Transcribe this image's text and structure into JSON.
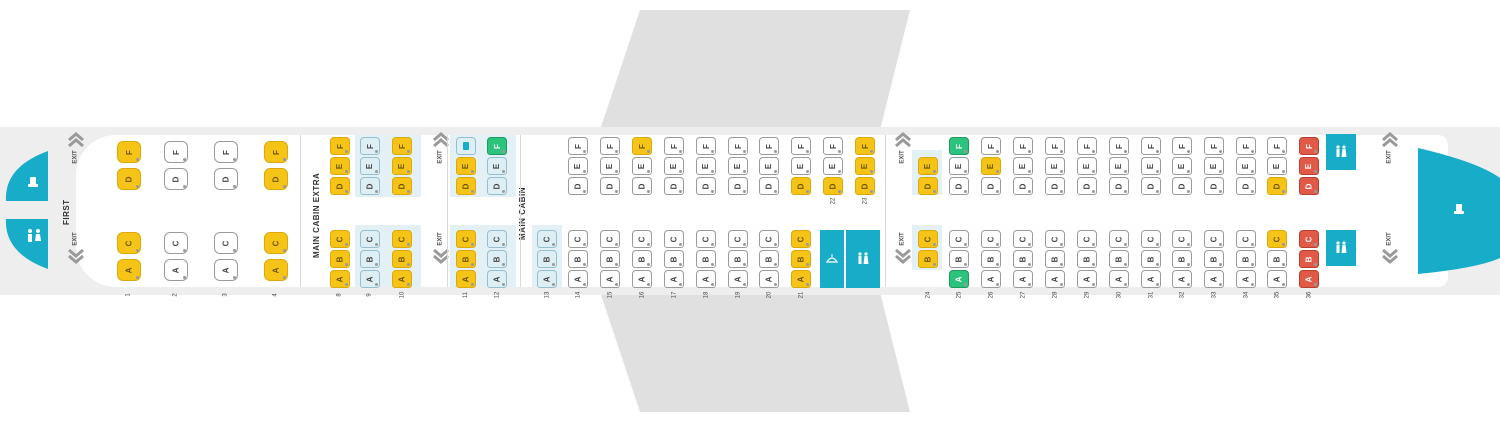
{
  "cabins": {
    "first_label": "FIRST",
    "main_cabin_extra_label": "MAIN CABIN EXTRA",
    "main_cabin_label": "MAIN CABIN"
  },
  "exit_label": "EXIT",
  "colors": {
    "fuselage": "#eeeeee",
    "wing": "#e0e0e0",
    "lavatory": "#17acc8",
    "seat_available": "#ffffff",
    "seat_extra": "#ddeef4",
    "seat_yellow": "#f5c416",
    "seat_green": "#2cc47d",
    "seat_red": "#e05a47"
  },
  "icons": [
    "toilet-icon",
    "restroom-icon",
    "galley-icon",
    "baby-changing-icon"
  ],
  "seat_map": {
    "first": [
      {
        "row": "1",
        "seats": {
          "F": "yellow",
          "D": "yellow",
          "C": "yellow",
          "A": "yellow"
        }
      },
      {
        "row": "2",
        "seats": {
          "F": "gray",
          "D": "gray",
          "C": "gray",
          "A": "gray"
        }
      },
      {
        "row": "3",
        "seats": {
          "F": "gray",
          "D": "gray",
          "C": "gray",
          "A": "gray"
        }
      },
      {
        "row": "4",
        "seats": {
          "F": "yellow",
          "D": "yellow",
          "C": "yellow",
          "A": "yellow"
        }
      }
    ],
    "main_cabin_extra": [
      {
        "row": "8",
        "seats": {
          "F": "yellow",
          "E": "yellow",
          "D": "yellow",
          "C": "yellow",
          "B": "yellow",
          "A": "yellow"
        }
      },
      {
        "row": "9",
        "seats": {
          "F": "extra",
          "E": "extra",
          "D": "extra",
          "C": "extra",
          "B": "extra",
          "A": "extra"
        }
      },
      {
        "row": "10",
        "seats": {
          "F": "yellow",
          "E": "yellow",
          "D": "yellow",
          "C": "yellow",
          "B": "yellow",
          "A": "yellow"
        }
      },
      {
        "row": "11",
        "seats": {
          "F": "icon",
          "E": "yellow",
          "D": "yellow",
          "C": "yellow",
          "B": "yellow",
          "A": "yellow"
        }
      },
      {
        "row": "12",
        "seats": {
          "F": "green",
          "E": "extra",
          "D": "extra",
          "C": "extra",
          "B": "extra",
          "A": "extra"
        }
      }
    ],
    "main": [
      {
        "row": "13",
        "seats": {
          "F": "none",
          "E": "none",
          "D": "none",
          "C": "extra",
          "B": "extra",
          "A": "extra"
        }
      },
      {
        "row": "14",
        "seats": {
          "F": "main",
          "E": "main",
          "D": "main",
          "C": "main",
          "B": "main",
          "A": "main"
        }
      },
      {
        "row": "15",
        "seats": {
          "F": "main",
          "E": "main",
          "D": "main",
          "C": "main",
          "B": "main",
          "A": "main"
        }
      },
      {
        "row": "16",
        "seats": {
          "F": "yellow",
          "E": "main",
          "D": "main",
          "C": "main",
          "B": "main",
          "A": "main"
        }
      },
      {
        "row": "17",
        "seats": {
          "F": "main",
          "E": "main",
          "D": "main",
          "C": "main",
          "B": "main",
          "A": "main"
        }
      },
      {
        "row": "18",
        "seats": {
          "F": "main",
          "E": "main",
          "D": "main",
          "C": "main",
          "B": "main",
          "A": "main"
        }
      },
      {
        "row": "19",
        "seats": {
          "F": "main",
          "E": "main",
          "D": "main",
          "C": "main",
          "B": "main",
          "A": "main"
        }
      },
      {
        "row": "20",
        "seats": {
          "F": "main",
          "E": "main",
          "D": "main",
          "C": "main",
          "B": "main",
          "A": "main"
        }
      },
      {
        "row": "21",
        "seats": {
          "F": "main",
          "E": "main",
          "D": "yellow",
          "C": "yellow",
          "B": "yellow",
          "A": "yellow"
        }
      },
      {
        "row": "22",
        "seats": {
          "F": "main",
          "E": "main",
          "D": "yellow"
        }
      },
      {
        "row": "23",
        "seats": {
          "F": "yellow",
          "E": "yellow",
          "D": "yellow"
        }
      },
      {
        "row": "24",
        "seats": {
          "E": "yellow",
          "D": "yellow",
          "C": "yellow",
          "B": "yellow"
        }
      },
      {
        "row": "25",
        "seats": {
          "F": "green",
          "E": "main",
          "D": "main",
          "C": "main",
          "B": "main",
          "A": "green"
        }
      },
      {
        "row": "26",
        "seats": {
          "F": "main",
          "E": "yellow",
          "D": "main",
          "C": "main",
          "B": "main",
          "A": "main"
        }
      },
      {
        "row": "27",
        "seats": {
          "F": "main",
          "E": "main",
          "D": "main",
          "C": "main",
          "B": "main",
          "A": "main"
        }
      },
      {
        "row": "28",
        "seats": {
          "F": "main",
          "E": "main",
          "D": "main",
          "C": "main",
          "B": "main",
          "A": "main"
        }
      },
      {
        "row": "29",
        "seats": {
          "F": "main",
          "E": "main",
          "D": "main",
          "C": "main",
          "B": "main",
          "A": "main"
        }
      },
      {
        "row": "30",
        "seats": {
          "F": "main",
          "E": "main",
          "D": "main",
          "C": "main",
          "B": "main",
          "A": "main"
        }
      },
      {
        "row": "31",
        "seats": {
          "F": "main",
          "E": "main",
          "D": "main",
          "C": "main",
          "B": "main",
          "A": "main"
        }
      },
      {
        "row": "32",
        "seats": {
          "F": "main",
          "E": "main",
          "D": "main",
          "C": "main",
          "B": "main",
          "A": "main"
        }
      },
      {
        "row": "33",
        "seats": {
          "F": "main",
          "E": "main",
          "D": "main",
          "C": "main",
          "B": "main",
          "A": "main"
        }
      },
      {
        "row": "34",
        "seats": {
          "F": "main",
          "E": "main",
          "D": "main",
          "C": "main",
          "B": "main",
          "A": "main"
        }
      },
      {
        "row": "35",
        "seats": {
          "F": "main",
          "E": "main",
          "D": "yellow",
          "C": "yellow",
          "B": "main",
          "A": "main"
        }
      },
      {
        "row": "36",
        "seats": {
          "F": "red",
          "E": "red",
          "D": "red",
          "C": "red",
          "B": "red",
          "A": "red"
        }
      }
    ]
  }
}
